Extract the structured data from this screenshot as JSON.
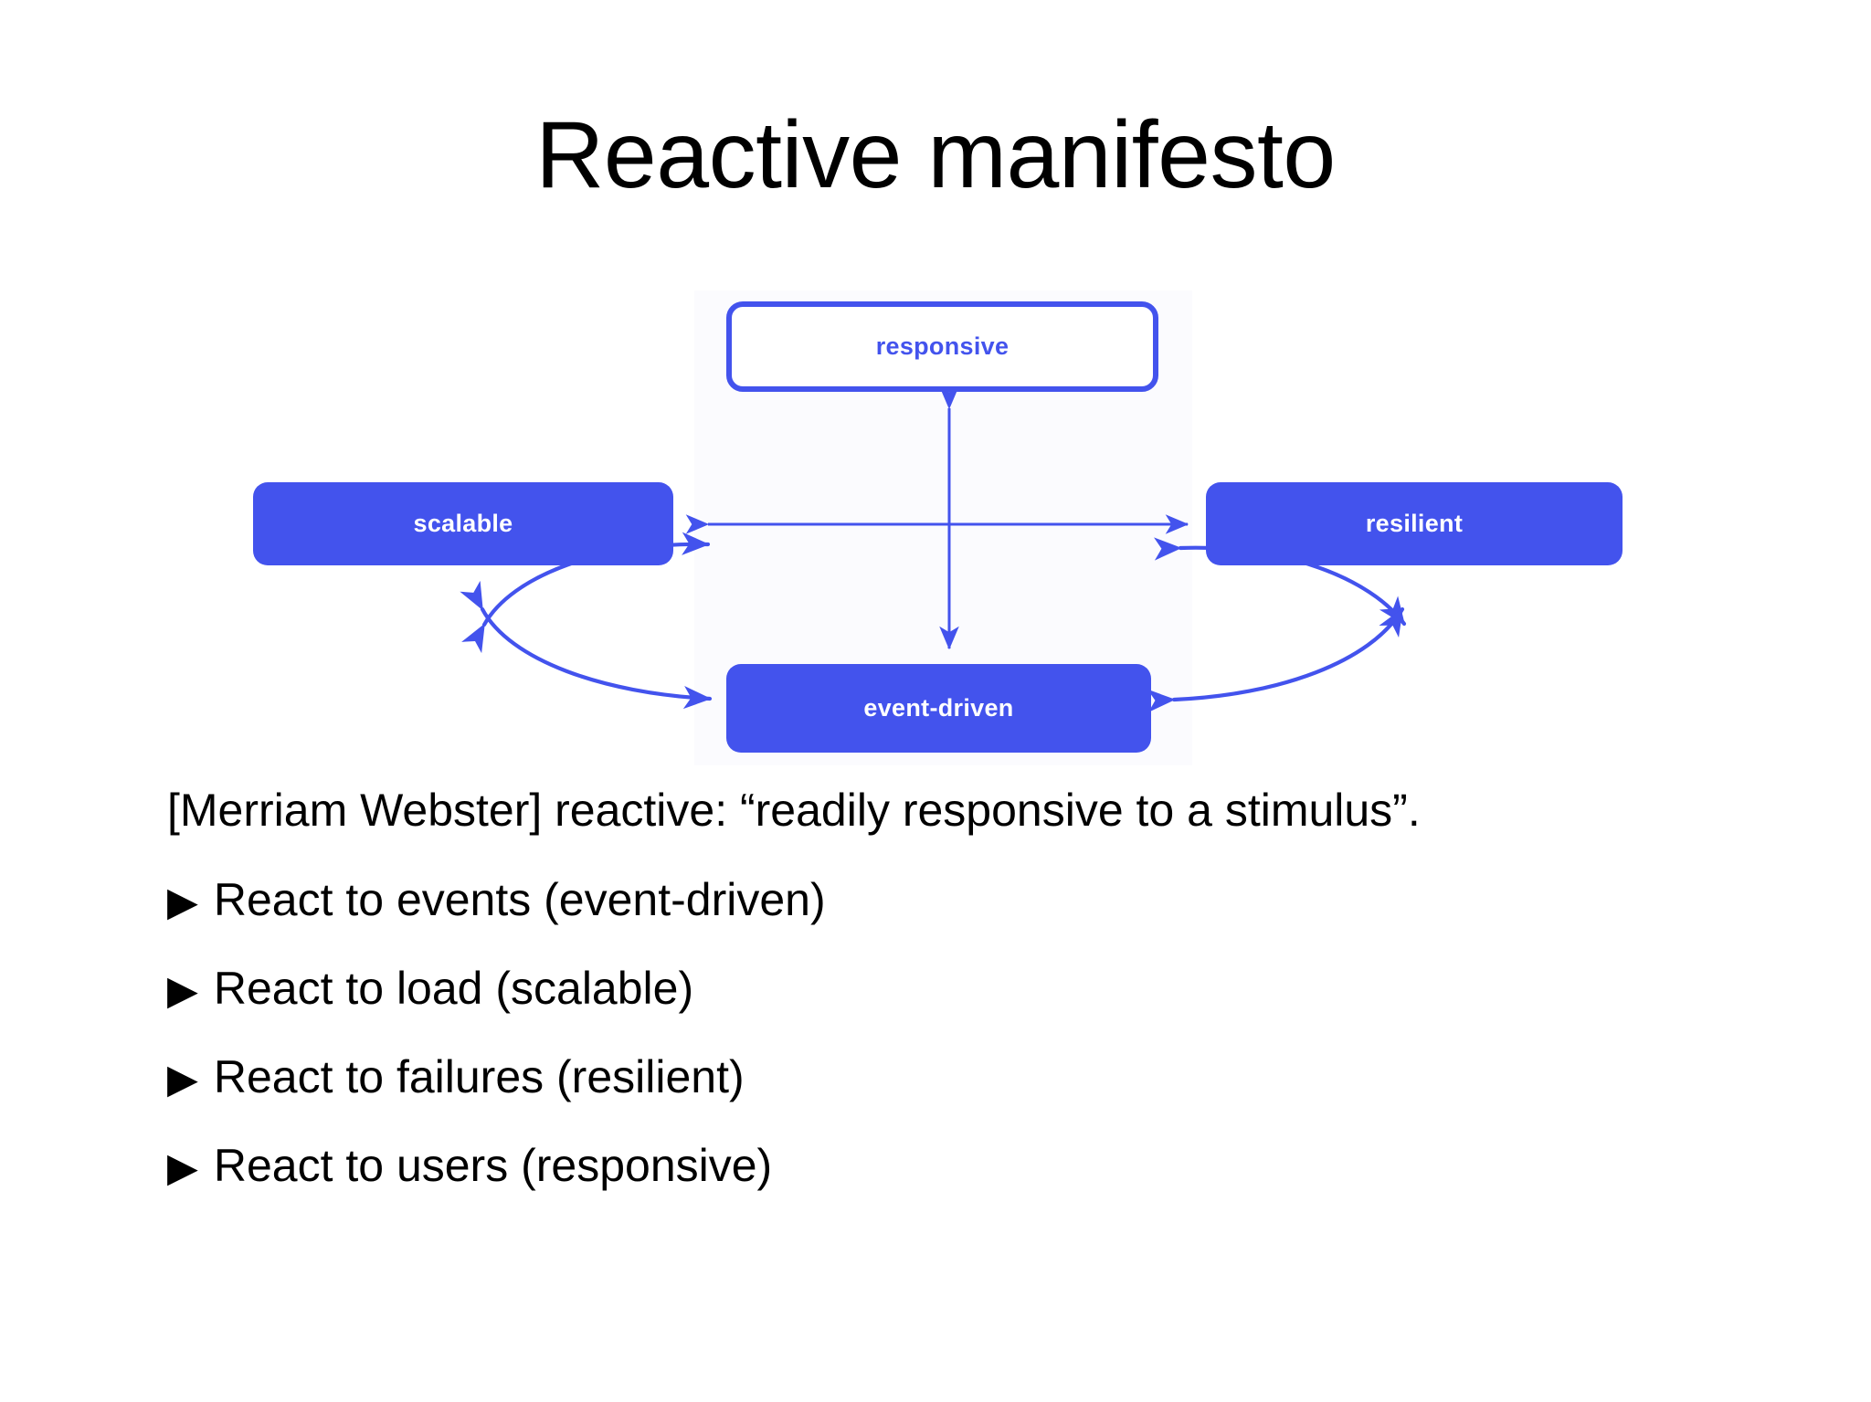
{
  "slide": {
    "title": "Reactive manifesto",
    "background_color": "#ffffff",
    "accent_color": "#4353ed"
  },
  "diagram": {
    "name": "reactive-manifesto-diagram",
    "nodes": [
      {
        "id": "responsive",
        "label": "responsive",
        "style": "outline",
        "fill": "#ffffff",
        "text_color": "#4353ed"
      },
      {
        "id": "scalable",
        "label": "scalable",
        "style": "filled",
        "fill": "#4353ed",
        "text_color": "#ffffff"
      },
      {
        "id": "resilient",
        "label": "resilient",
        "style": "filled",
        "fill": "#4353ed",
        "text_color": "#ffffff"
      },
      {
        "id": "event-driven",
        "label": "event-driven",
        "style": "filled",
        "fill": "#4353ed",
        "text_color": "#ffffff"
      }
    ],
    "connectors": [
      {
        "id": "scalable-responsive",
        "from": "scalable",
        "to": "responsive",
        "shape": "curved",
        "heads": "both"
      },
      {
        "id": "responsive-resilient",
        "from": "responsive",
        "to": "resilient",
        "shape": "curved",
        "heads": "both"
      },
      {
        "id": "scalable-eventdriven",
        "from": "scalable",
        "to": "event-driven",
        "shape": "curved",
        "heads": "both"
      },
      {
        "id": "eventdriven-resilient",
        "from": "event-driven",
        "to": "resilient",
        "shape": "curved",
        "heads": "both"
      },
      {
        "id": "scalable-resilient",
        "from": "scalable",
        "to": "resilient",
        "shape": "straight-horizontal",
        "heads": "both"
      },
      {
        "id": "responsive-eventdriven",
        "from": "responsive",
        "to": "event-driven",
        "shape": "straight-vertical",
        "heads": "both"
      }
    ]
  },
  "body": {
    "lead": "[Merriam Webster] reactive: “readily responsive to a stimulus”.",
    "bullet_marker": "▶",
    "bullets": [
      {
        "text": "React to events (event-driven)"
      },
      {
        "text": "React to load (scalable)"
      },
      {
        "text": "React to failures (resilient)"
      },
      {
        "text": "React to users (responsive)"
      }
    ]
  }
}
